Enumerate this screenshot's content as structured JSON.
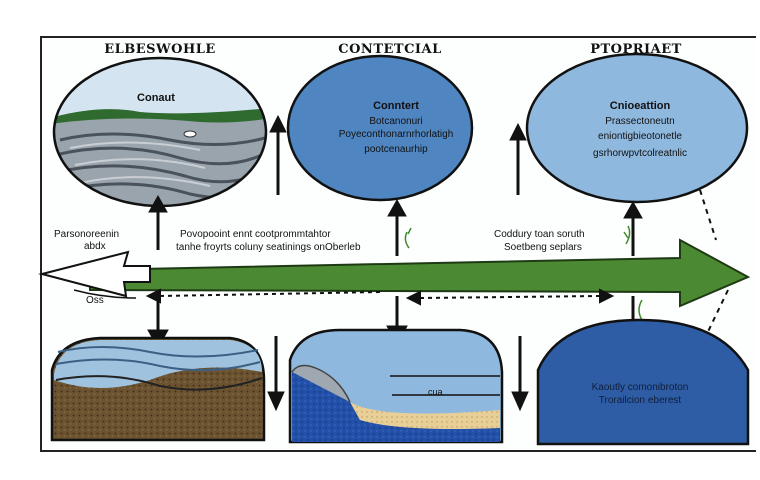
{
  "titles": {
    "left": "ELBESWOHLE",
    "center": "CONTETCIAL",
    "right": "PTOPRIAET"
  },
  "top_left": {
    "label": "Conaut"
  },
  "top_center": {
    "title": "Conntert",
    "line1": "Botcanonuri",
    "line2": "Poyeconthonarnrhorlatigh",
    "line3": "pootcenaurhip"
  },
  "top_right": {
    "title": "Cnioeattion",
    "line1": "Prassectoneutn",
    "line2": "eniontigbieotonetle",
    "line3": "gsrhorwpvtcolreatnlic"
  },
  "mid_labels": {
    "left_side_1": "Parsonoreenin",
    "left_side_2": "abdx",
    "center_1": "Povopooint ennt cootprommtahtor",
    "center_2": "tanhe froyrts coluny seatinings onOberleb",
    "right_1": "Coddury toan soruth",
    "right_2": "Soetbeng seplars",
    "bottom_left": "Oss"
  },
  "bottom_center": {
    "label": "cua"
  },
  "bottom_right": {
    "line1": "Kaoutly comonibroton",
    "line2": "Trorailcion eberest"
  },
  "colors": {
    "green_arrow": "#4b8a32",
    "light_blue": "#8fb8de",
    "mid_blue": "#4f86c1",
    "dark_blue": "#2e5da6",
    "deep_blue": "#1f4b95",
    "soil": "#6b5332"
  }
}
